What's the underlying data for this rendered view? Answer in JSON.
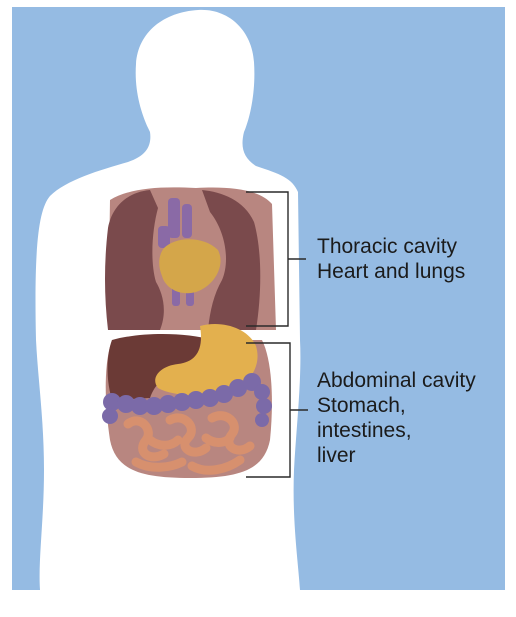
{
  "thoracic": {
    "line1": "Thoracic cavity",
    "line2": "Heart and lungs"
  },
  "abdominal": {
    "line1": "Abdominal cavity",
    "line2": "Stomach,",
    "line3": "intestines,",
    "line4": "liver"
  },
  "colors": {
    "background": "#95bbe3",
    "silhouette": "#ffffff",
    "lungs": "#7a4a4c",
    "cavity": "#b88680",
    "heart": "#d4a64a",
    "vessels": "#8a6aa6",
    "liver": "#6b3a36",
    "stomach": "#e3b04e",
    "colon": "#7b6aa8",
    "intestines": "#d7906e"
  }
}
